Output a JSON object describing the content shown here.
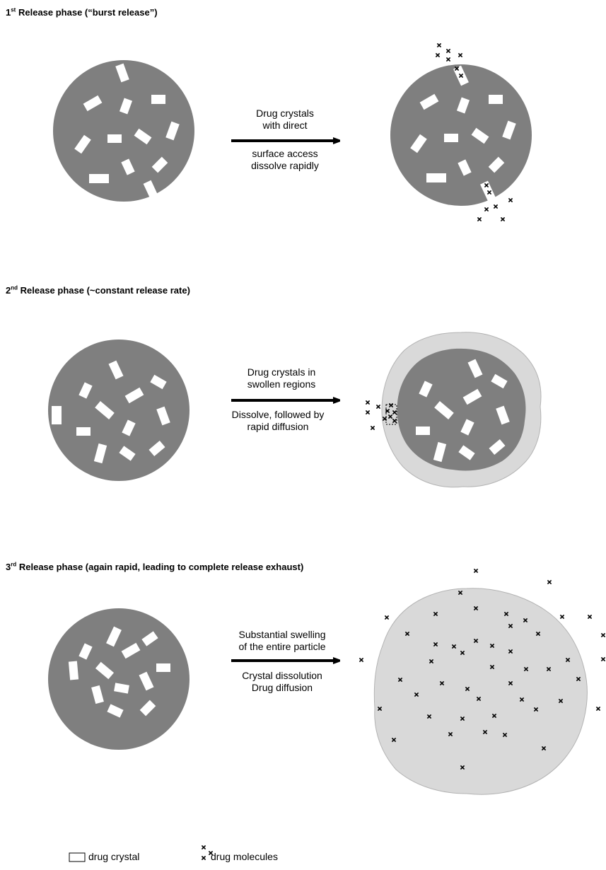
{
  "phases": [
    {
      "ordinal": "1",
      "suffix": "st",
      "title": "Release phase (“burst release”)",
      "arrow_label_top": [
        "Drug crystals",
        "with direct"
      ],
      "arrow_label_bottom": [
        "surface access",
        "dissolve rapidly"
      ]
    },
    {
      "ordinal": "2",
      "suffix": "nd",
      "title": "Release phase (~constant release rate)",
      "arrow_label_top": [
        "Drug crystals in",
        "swollen regions"
      ],
      "arrow_label_bottom": [
        "Dissolve, followed by",
        "rapid diffusion"
      ]
    },
    {
      "ordinal": "3",
      "suffix": "rd",
      "title": "Release phase (again rapid, leading to complete release exhaust)",
      "arrow_label_top": [
        "Substantial swelling",
        "of the entire particle"
      ],
      "arrow_label_bottom": [
        "Crystal dissolution",
        "Drug diffusion"
      ]
    }
  ],
  "legend": {
    "crystal_label": "drug crystal",
    "molecule_label": "drug molecules"
  },
  "colors": {
    "particle": "#7f7f7f",
    "swollen": "#d9d9d9",
    "swollen_edge": "#b3b3b3",
    "crystal": "#ffffff",
    "arrow": "#000000",
    "molecule": "#000000"
  },
  "icons": {
    "crystal": "white-rectangle",
    "molecule": "x-mark"
  }
}
